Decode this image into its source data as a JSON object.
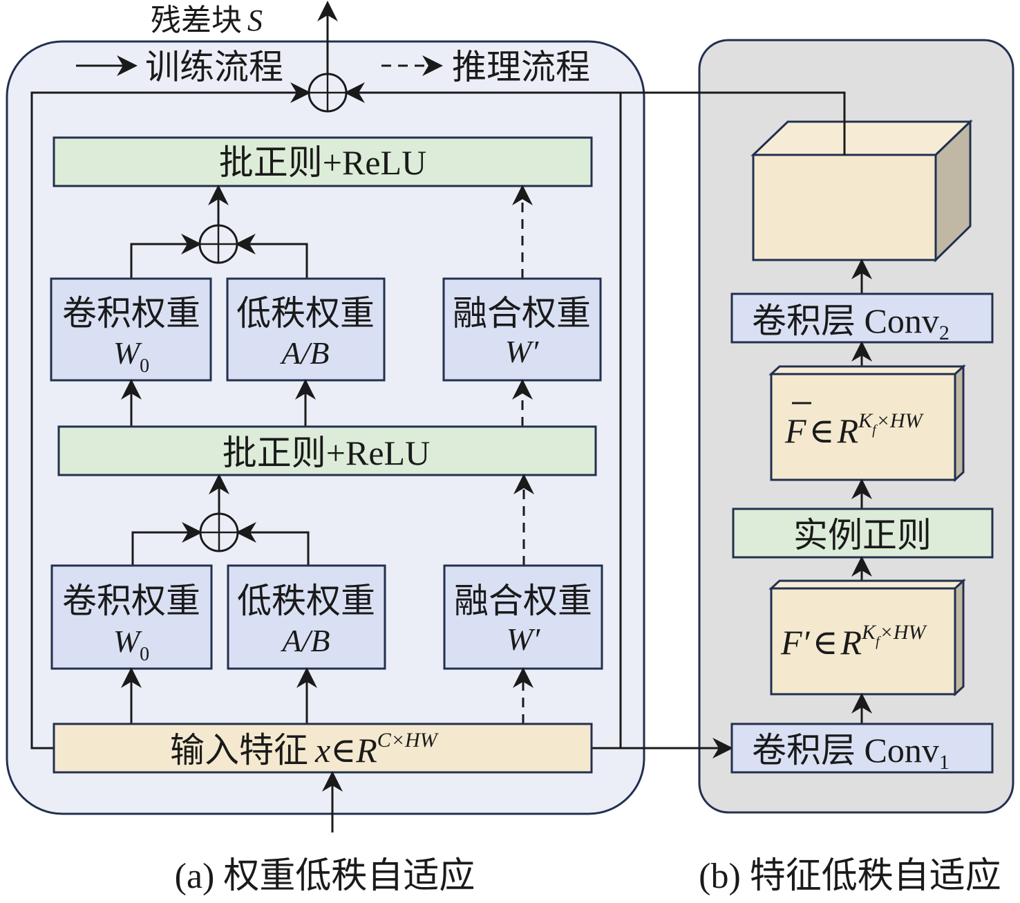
{
  "colors": {
    "panel_a_bg": "#eceef7",
    "panel_b_bg": "#e0dfdf",
    "border": "#22304f",
    "green_box": "#dcecd8",
    "blue_box": "#d9e0f3",
    "tan_box": "#f4e9cf",
    "tan_side": "#c0b8a4",
    "line": "#1a1a1a"
  },
  "panel_a": {
    "caption": "(a) 权重低秩自适应",
    "output_label_cn": "残差块",
    "output_label_var": "S",
    "legend": {
      "training": "训练流程",
      "inference": "推理流程"
    },
    "top_bn": "批正则+ReLU",
    "mid_bn": "批正则+ReLU",
    "upper_row": [
      {
        "title": "卷积权重",
        "symbol": "W",
        "sub": "0"
      },
      {
        "title": "低秩权重",
        "symbol": "A/B",
        "sub": ""
      },
      {
        "title": "融合权重",
        "symbol": "W′",
        "sub": ""
      }
    ],
    "lower_row": [
      {
        "title": "卷积权重",
        "symbol": "W",
        "sub": "0"
      },
      {
        "title": "低秩权重",
        "symbol": "A/B",
        "sub": ""
      },
      {
        "title": "融合权重",
        "symbol": "W′",
        "sub": ""
      }
    ],
    "input": {
      "label": "输入特征",
      "var": "x",
      "in": "∈",
      "space": "R",
      "sup": "C×HW"
    }
  },
  "panel_b": {
    "caption": "(b) 特征低秩自适应",
    "conv2": {
      "label": "卷积层 Conv",
      "sub": "2"
    },
    "fbar": {
      "var": "F",
      "in": "∈",
      "space": "R",
      "sup_k": "K",
      "sup_f": "f",
      "sup_rest": "×HW"
    },
    "instance_norm": "实例正则",
    "fprime": {
      "var": "F′",
      "in": "∈",
      "space": "R",
      "sup_k": "K",
      "sup_f": "f",
      "sup_rest": "×HW"
    },
    "conv1": {
      "label": "卷积层 Conv",
      "sub": "1"
    }
  }
}
